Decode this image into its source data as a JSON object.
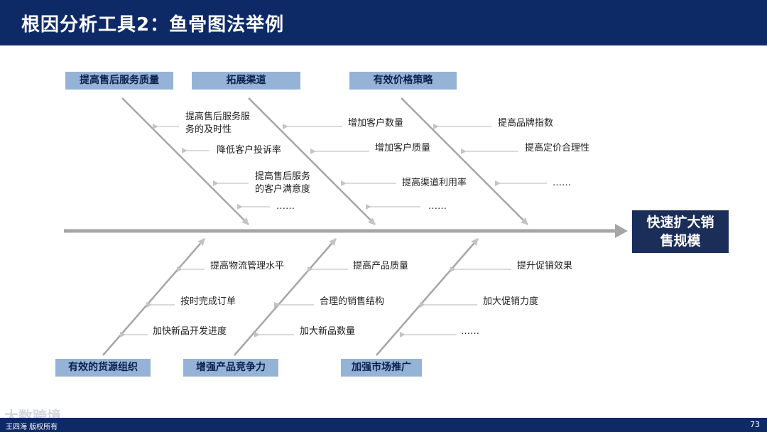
{
  "header": {
    "title": "根因分析工具2：鱼骨图法举例"
  },
  "effect": {
    "label": "快速扩大销售规模"
  },
  "top_categories": [
    {
      "label": "提高售后服务质量",
      "causes": [
        "提高售后服务服务的及时性",
        "降低客户投诉率",
        "提高售后服务的客户满意度",
        "……"
      ]
    },
    {
      "label": "拓展渠道",
      "causes": [
        "增加客户数量",
        "增加客户质量",
        "提高渠道利用率",
        "……"
      ]
    },
    {
      "label": "有效价格策略",
      "causes": [
        "提高品牌指数",
        "提高定价合理性",
        "……"
      ]
    }
  ],
  "bottom_categories": [
    {
      "label": "有效的货源组织",
      "causes": [
        "提高物流管理水平",
        "按时完成订单",
        "加快新品开发进度"
      ]
    },
    {
      "label": "增强产品竞争力",
      "causes": [
        "提高产品质量",
        "合理的销售结构",
        "加大新品数量"
      ]
    },
    {
      "label": "加强市场推广",
      "causes": [
        "提升促销效果",
        "加大促销力度",
        "……"
      ]
    }
  ],
  "footer": {
    "copyright": "王四海 版权所有",
    "page_number": "73",
    "watermark": "大数跨境"
  },
  "colors": {
    "header_bg": "#0e2a66",
    "category_box": "#95b3d7",
    "effect_box": "#1b2e5a",
    "spine": "#a6a6a6",
    "arrow": "#bfbfbf"
  }
}
